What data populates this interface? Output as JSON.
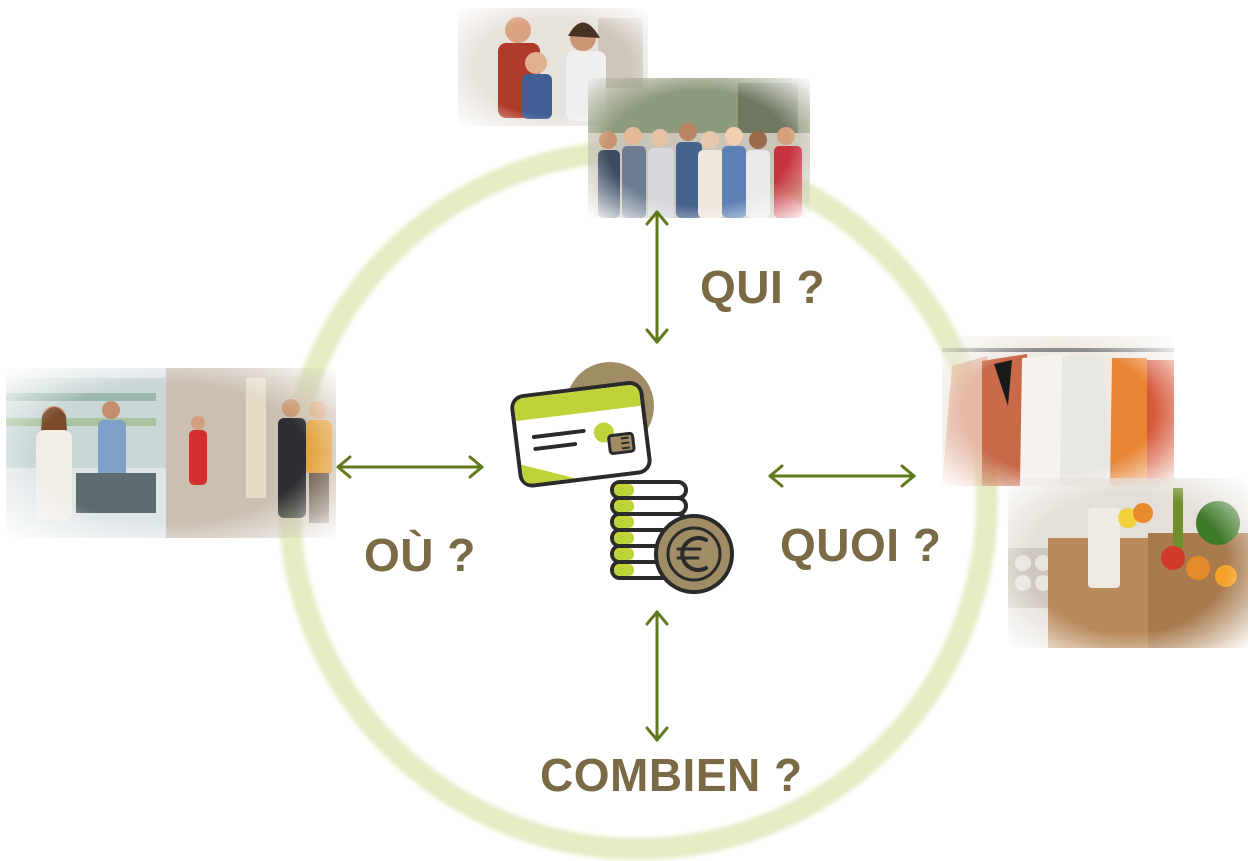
{
  "labels": {
    "qui": "QUI ?",
    "quoi": "QUOI ?",
    "ou": "OÙ ?",
    "combien": "COMBIEN ?"
  },
  "icons": {
    "center": "payment-card-and-euro-coins-icon"
  },
  "photos": {
    "family": "family-photo",
    "group": "group-of-friends-photo",
    "shopping": "shoppers-in-store-and-street-photo",
    "clothes": "clothes-on-hangers-photo",
    "groceries": "grocery-bags-photo"
  },
  "colors": {
    "ring": "#e4ecc4",
    "arrow": "#5f7a1c",
    "label": "#7a6a45",
    "lime": "#bfd23a",
    "coin": "#a08d66",
    "outline": "#2a2a2a"
  }
}
